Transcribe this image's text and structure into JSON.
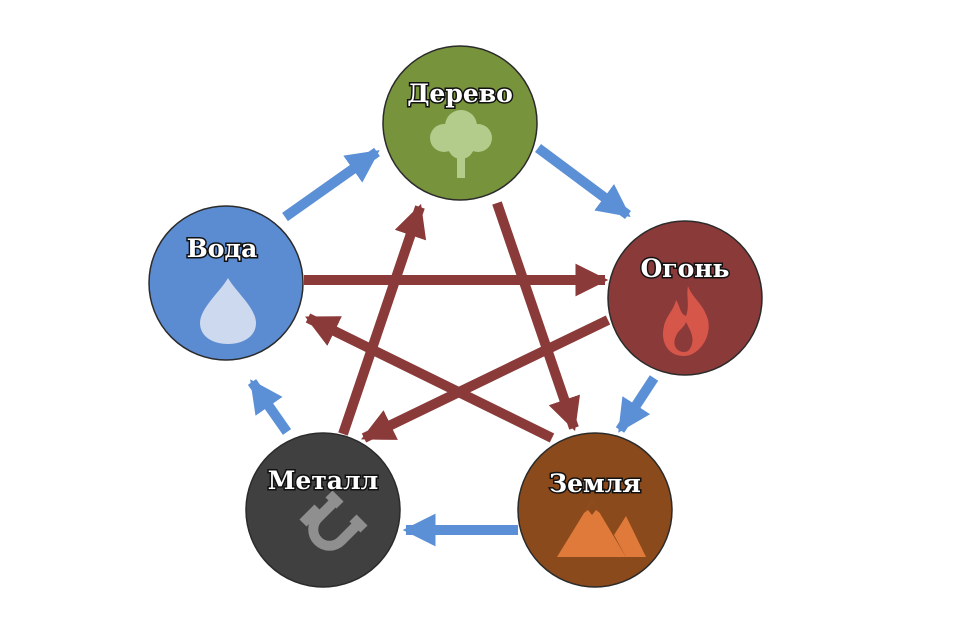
{
  "elements": [
    {
      "id": "wood",
      "label": "Дерево",
      "color": "#77933c",
      "icon": "tree-icon"
    },
    {
      "id": "fire",
      "label": "Огонь",
      "color": "#8b3a3a",
      "icon": "flame-icon"
    },
    {
      "id": "earth",
      "label": "Земля",
      "color": "#8b4a1c",
      "icon": "mountain-icon"
    },
    {
      "id": "metal",
      "label": "Металл",
      "color": "#404040",
      "icon": "magnet-icon"
    },
    {
      "id": "water",
      "label": "Вода",
      "color": "#5b8bd1",
      "icon": "water-drop-icon"
    }
  ],
  "generating_cycle": {
    "color": "#5b8fd6",
    "arrows": [
      {
        "from": "wood",
        "to": "fire"
      },
      {
        "from": "fire",
        "to": "earth"
      },
      {
        "from": "earth",
        "to": "metal"
      },
      {
        "from": "metal",
        "to": "water"
      },
      {
        "from": "water",
        "to": "wood"
      }
    ]
  },
  "controlling_cycle": {
    "color": "#8b3a3a",
    "arrows": [
      {
        "from": "wood",
        "to": "earth"
      },
      {
        "from": "earth",
        "to": "water"
      },
      {
        "from": "water",
        "to": "fire"
      },
      {
        "from": "fire",
        "to": "metal"
      },
      {
        "from": "metal",
        "to": "wood"
      }
    ]
  }
}
